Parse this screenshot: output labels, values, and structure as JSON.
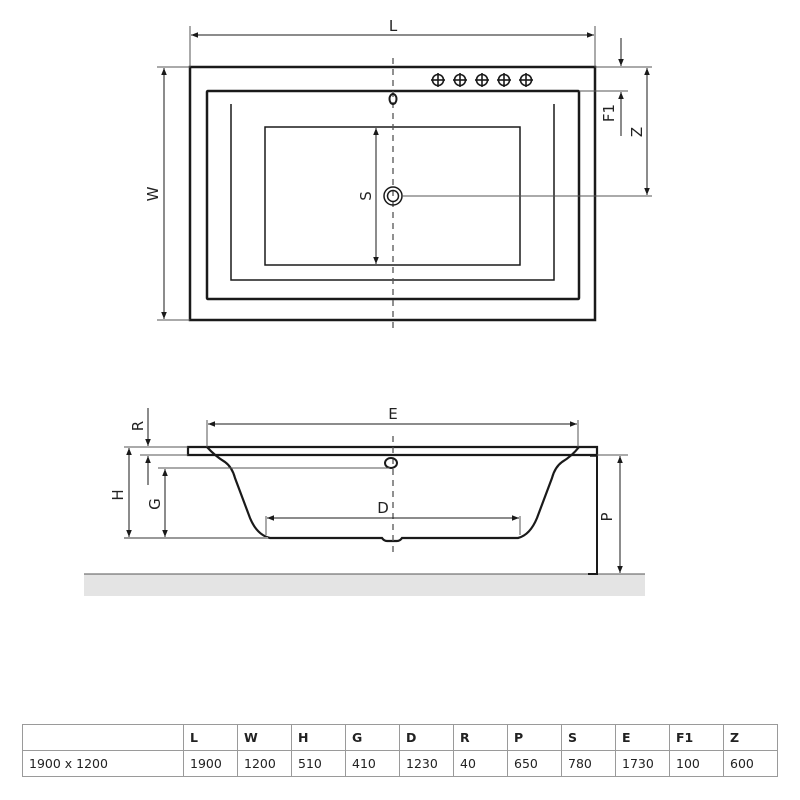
{
  "drawing": {
    "top_view": {
      "labels": {
        "L": "L",
        "W": "W",
        "S": "S",
        "F1": "F1",
        "Z": "Z"
      },
      "faucet_holes": 5
    },
    "side_view": {
      "labels": {
        "E": "E",
        "R": "R",
        "H": "H",
        "G": "G",
        "D": "D",
        "P": "P"
      }
    }
  },
  "spec_table": {
    "headers": [
      "",
      "L",
      "W",
      "H",
      "G",
      "D",
      "R",
      "P",
      "S",
      "E",
      "F1",
      "Z"
    ],
    "rows": [
      [
        "1900 x 1200",
        "1900",
        "1200",
        "510",
        "410",
        "1230",
        "40",
        "650",
        "780",
        "1730",
        "100",
        "600"
      ]
    ]
  },
  "colors": {
    "line": "#1a1a1a",
    "dim_line": "#555555",
    "floor": "#e4e4e4",
    "table_border": "#9a9a9a"
  }
}
